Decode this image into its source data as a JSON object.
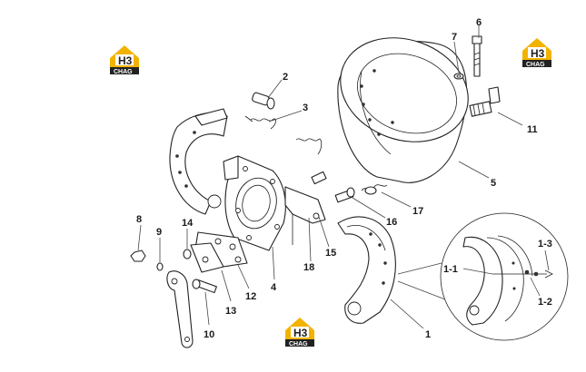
{
  "logo": {
    "letters": "H3",
    "caption": "CHAG",
    "accent_color": "#f2b300"
  },
  "callouts": {
    "c1": "1",
    "c1_1": "1-1",
    "c1_2": "1-2",
    "c1_3": "1-3",
    "c2": "2",
    "c3": "3",
    "c4": "4",
    "c5": "5",
    "c6": "6",
    "c7": "7",
    "c8": "8",
    "c9": "9",
    "c10": "10",
    "c11": "11",
    "c12": "12",
    "c13": "13",
    "c14": "14",
    "c15": "15",
    "c16": "16",
    "c17": "17",
    "c18": "18"
  }
}
